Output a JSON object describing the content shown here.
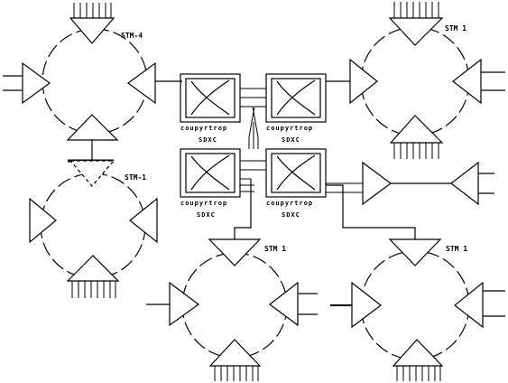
{
  "diagram": {
    "rings": [
      {
        "label": "STM-4"
      },
      {
        "label": "STM-1"
      },
      {
        "label": "STM 1"
      },
      {
        "label": "STM 1"
      },
      {
        "label": "STM 1"
      }
    ],
    "sdxc": [
      {
        "caption": "coupyrtrop",
        "type": "SDXC"
      },
      {
        "caption": "coupyrtrop",
        "type": "SDXC"
      },
      {
        "caption": "coupyrtrop",
        "type": "SDXC"
      },
      {
        "caption": "coupyrtrop",
        "type": "SDXC"
      }
    ]
  }
}
